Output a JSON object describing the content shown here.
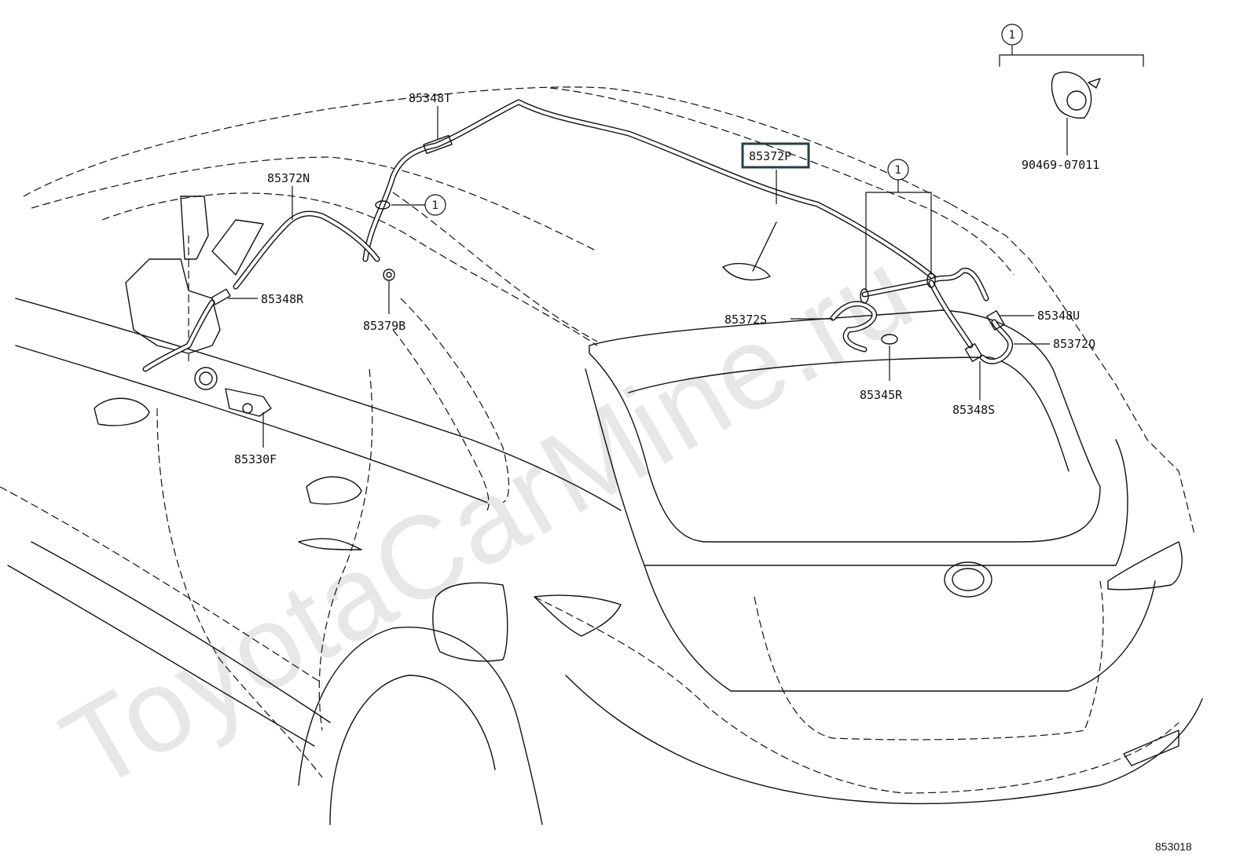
{
  "watermark": "ToyotaCarMine.ru",
  "diagram_id": "853018",
  "highlighted_part": "85372P",
  "parts": {
    "p_85348T": "85348T",
    "p_85372N": "85372N",
    "p_85372P": "85372P",
    "p_85348R": "85348R",
    "p_85379B": "85379B",
    "p_85372S": "85372S",
    "p_85348U": "85348U",
    "p_85372Q": "85372Q",
    "p_85345R": "85345R",
    "p_85348S": "85348S",
    "p_85330F": "85330F",
    "p_90469": "90469-07011"
  },
  "ref_marker": "1"
}
